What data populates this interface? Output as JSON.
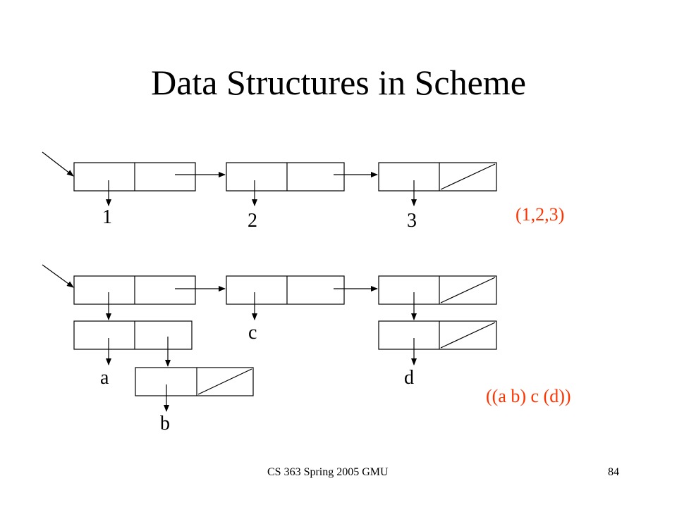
{
  "slide": {
    "title": "Data Structures in Scheme",
    "footer_left": "CS 363 Spring 2005 GMU",
    "page_number": "84"
  },
  "colors": {
    "result": "#ff3300",
    "ink": "#000000"
  },
  "diagram": {
    "list1": {
      "atoms": [
        "1",
        "2",
        "3"
      ],
      "result_label": "(1,2,3)"
    },
    "list2": {
      "atoms": [
        "a",
        "b",
        "c",
        "d"
      ],
      "result_label": "((a b) c (d))"
    }
  }
}
